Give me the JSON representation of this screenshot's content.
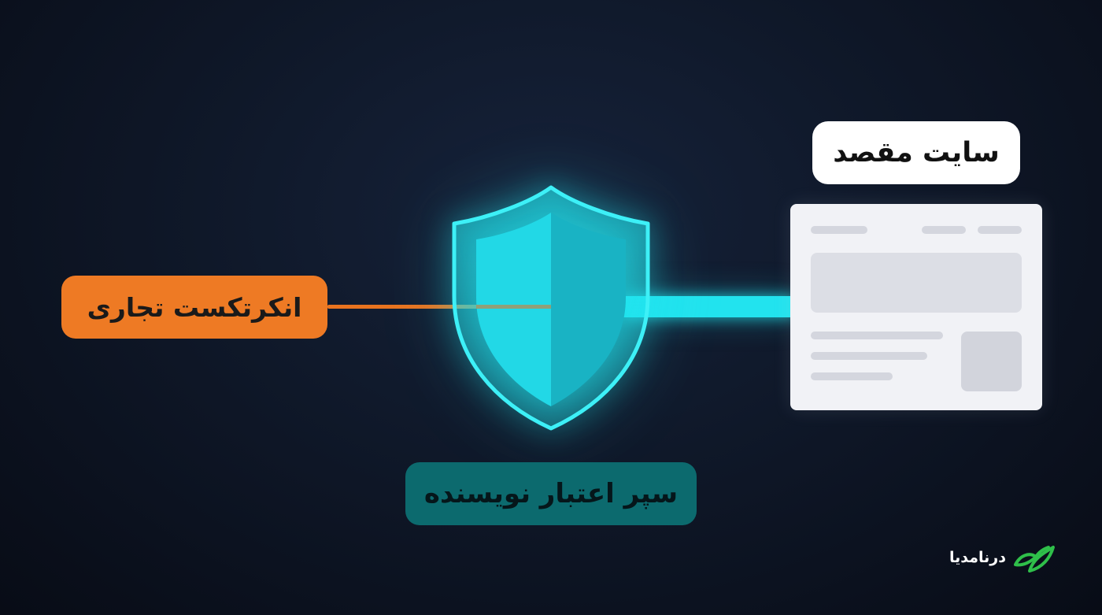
{
  "labels": {
    "anchor_text": "انکرتکست تجاری",
    "target_site": "سایت مقصد",
    "shield": "سپر اعتبار نویسنده"
  },
  "brand": {
    "name": "درنامدیا",
    "logo_icon": "leaf-logo-icon"
  },
  "colors": {
    "background": "#0f1829",
    "anchor_accent": "#ee7a24",
    "shield_accent": "#22e3ee",
    "shield_label_bg": "#0c6a6e",
    "brand_green": "#2fbf4a"
  }
}
